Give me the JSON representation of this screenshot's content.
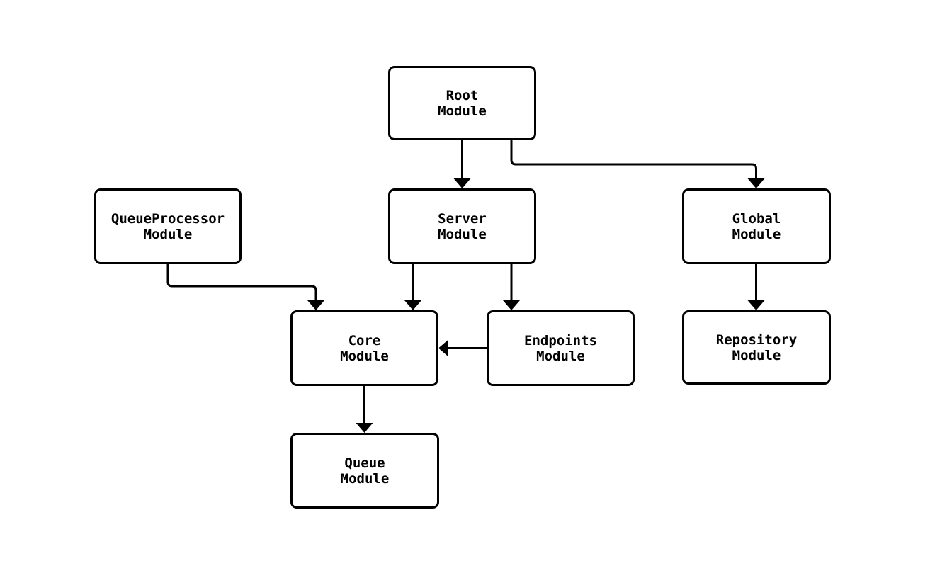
{
  "diagram": {
    "type": "flowchart",
    "background_color": "#ffffff",
    "node_fill_color": "#ffffff",
    "node_border_color": "#000000",
    "edge_color": "#000000",
    "text_color": "#000000",
    "nodes": {
      "root": {
        "line1": "Root",
        "line2": "Module"
      },
      "queue_processor": {
        "line1": "QueueProcessor",
        "line2": "Module"
      },
      "server": {
        "line1": "Server",
        "line2": "Module"
      },
      "global": {
        "line1": "Global",
        "line2": "Module"
      },
      "core": {
        "line1": "Core",
        "line2": "Module"
      },
      "endpoints": {
        "line1": "Endpoints",
        "line2": "Module"
      },
      "repository": {
        "line1": "Repository",
        "line2": "Module"
      },
      "queue": {
        "line1": "Queue",
        "line2": "Module"
      }
    },
    "edges": [
      {
        "from": "Root Module",
        "to": "Server Module"
      },
      {
        "from": "Root Module",
        "to": "Global Module"
      },
      {
        "from": "QueueProcessor Module",
        "to": "Core Module"
      },
      {
        "from": "Server Module",
        "to": "Core Module"
      },
      {
        "from": "Server Module",
        "to": "Endpoints Module"
      },
      {
        "from": "Endpoints Module",
        "to": "Core Module"
      },
      {
        "from": "Global Module",
        "to": "Repository Module"
      },
      {
        "from": "Core Module",
        "to": "Queue Module"
      }
    ]
  }
}
